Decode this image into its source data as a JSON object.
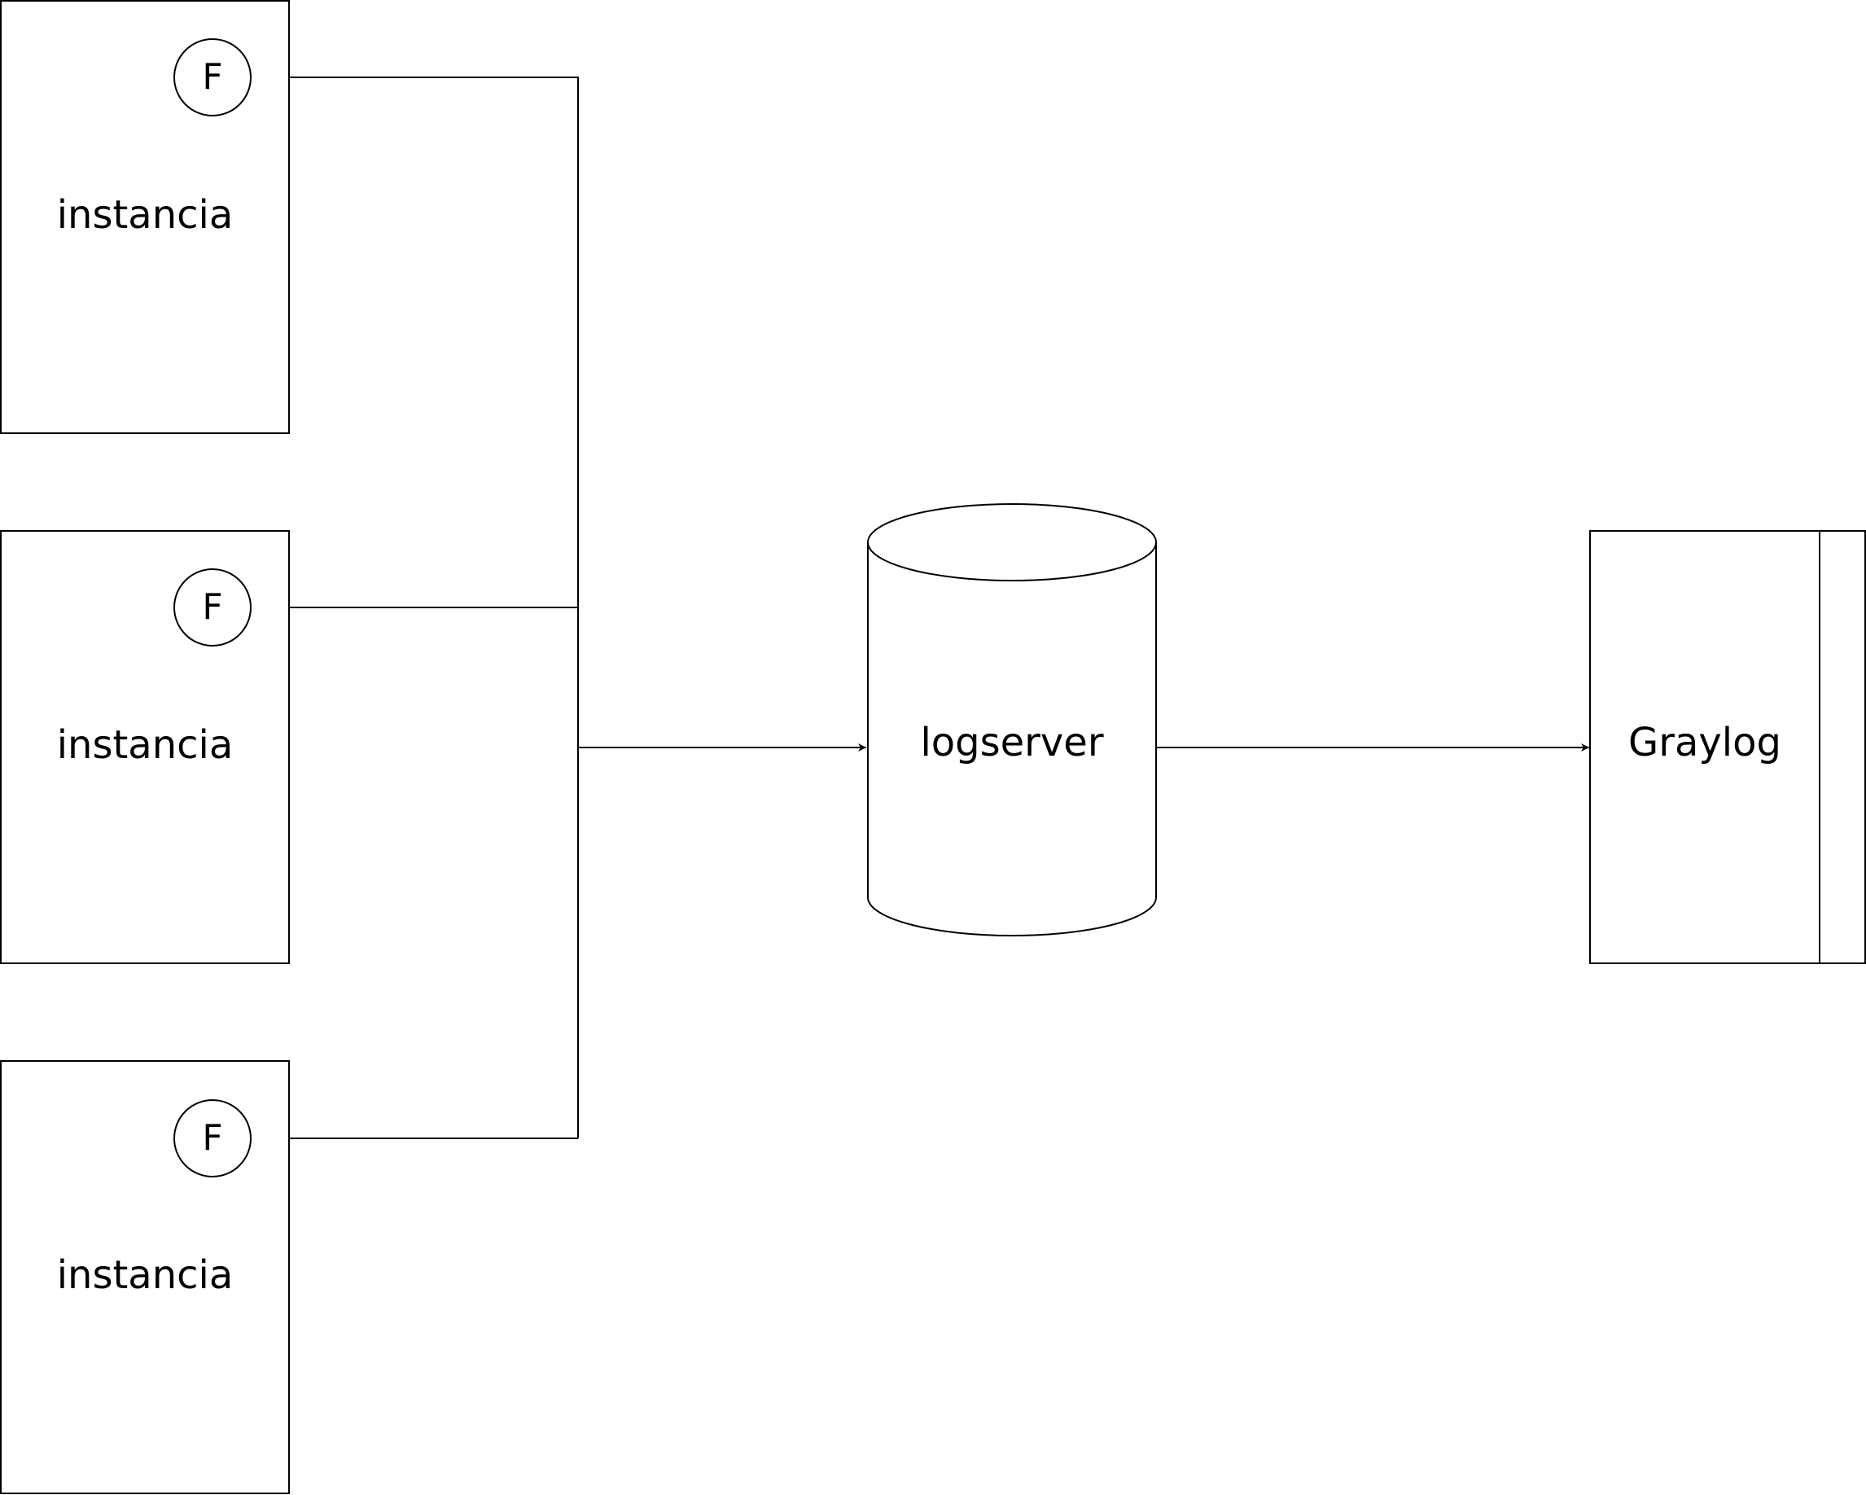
{
  "nodes": {
    "instance_1": {
      "label": "instancia",
      "badge": "F"
    },
    "instance_2": {
      "label": "instancia",
      "badge": "F"
    },
    "instance_3": {
      "label": "instancia",
      "badge": "F"
    },
    "logserver": {
      "label": "logserver"
    },
    "graylog": {
      "label": "Graylog"
    }
  },
  "edges": [
    {
      "from": "instance_1",
      "to": "logserver"
    },
    {
      "from": "instance_2",
      "to": "logserver"
    },
    {
      "from": "instance_3",
      "to": "logserver"
    },
    {
      "from": "logserver",
      "to": "graylog"
    }
  ]
}
